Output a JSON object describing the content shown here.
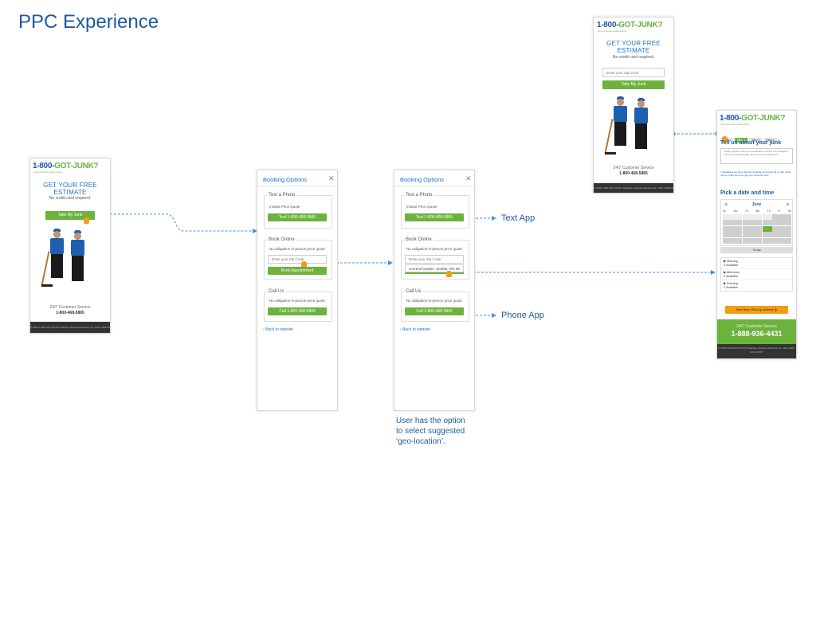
{
  "page_title": "PPC Experience",
  "brand": {
    "logo_a": "1-800-",
    "logo_b": "GOT-JUNK?",
    "tagline": "Junk removal made simple"
  },
  "landing": {
    "heading": "GET YOUR FREE ESTIMATE",
    "no_card": "No credit card required.",
    "cta": "Take My Junk",
    "service_label": "24/7 Customer Service",
    "service_phone": "1-800-468-5865",
    "footer": "© 2016 1-800-GOT-JUNK? Holdings. Disposal Services Inc. Click 1-800-GOT-JUNK?"
  },
  "landing_zip": {
    "zip_placeholder": "Enter your Zip Code"
  },
  "booking": {
    "header": "Booking Options",
    "close": "✕",
    "text_title": "Text a Photo",
    "text_sub": "Instant Price Quote",
    "text_btn": "Text 1-800-468-5865",
    "book_title": "Book Online",
    "book_sub": "No obligation in-person price quote",
    "zip_placeholder": "Enter your Zip Code",
    "book_btn": "Book Appointment",
    "call_title": "Call Us",
    "call_sub": "No obligation in-person price quote",
    "call_btn": "Call 1-800-468-5865",
    "back": "Back to website",
    "geo_suggestion": "Current location: Seattle, WA 98"
  },
  "annotations": {
    "text_app": "Text App",
    "phone_app": "Phone App",
    "note_line1": "User has the option",
    "note_line2": "to select suggested",
    "note_line3": "‘geo-location’."
  },
  "schedule": {
    "steps": [
      "Step 1",
      "Step 2",
      "Step 3",
      "Step 4"
    ],
    "junk_heading": "Tell us about your junk",
    "junk_placeholder": "Briefly describe what you would like removed. For example: I have an old sofa, fridge, and a lot of miscellaneous",
    "note": "* Weekdays are busy days for bookings and spots fill up fast. Book now to make sure you get your preferred time.",
    "date_heading": "Pick a date and time",
    "month": "June",
    "weekdays": [
      "Su",
      "Mo",
      "Tu",
      "We",
      "Th",
      "Fr",
      "Sa"
    ],
    "today": "Today",
    "slots": [
      {
        "label": "Morning",
        "avail": "0 Available"
      },
      {
        "label": "Afternoon",
        "avail": "4 Available"
      },
      {
        "label": "Evening",
        "avail": "0 Available"
      }
    ],
    "next_btn": "Next Step: Pick-Up Address",
    "service_label": "24/7 Customer Service",
    "service_phone": "1-888-936-4431",
    "footer": "© 2016 1-800-GOT-JUNK? Holdings. Disposal Services Inc. Click 1-800-GOT-JUNK?"
  },
  "colors": {
    "brand_blue": "#1d5a9e",
    "link_blue": "#1d73c8",
    "green": "#6cb33e",
    "connector": "#4a90e2",
    "cursor": "#f39c12"
  }
}
